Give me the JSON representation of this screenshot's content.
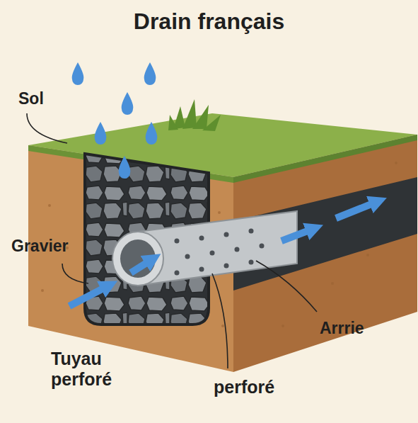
{
  "diagram": {
    "title": "Drain français",
    "labels": [
      "Sol",
      "Gravier",
      "Arrrie",
      "Tuyau perforé",
      "perforé"
    ]
  }
}
